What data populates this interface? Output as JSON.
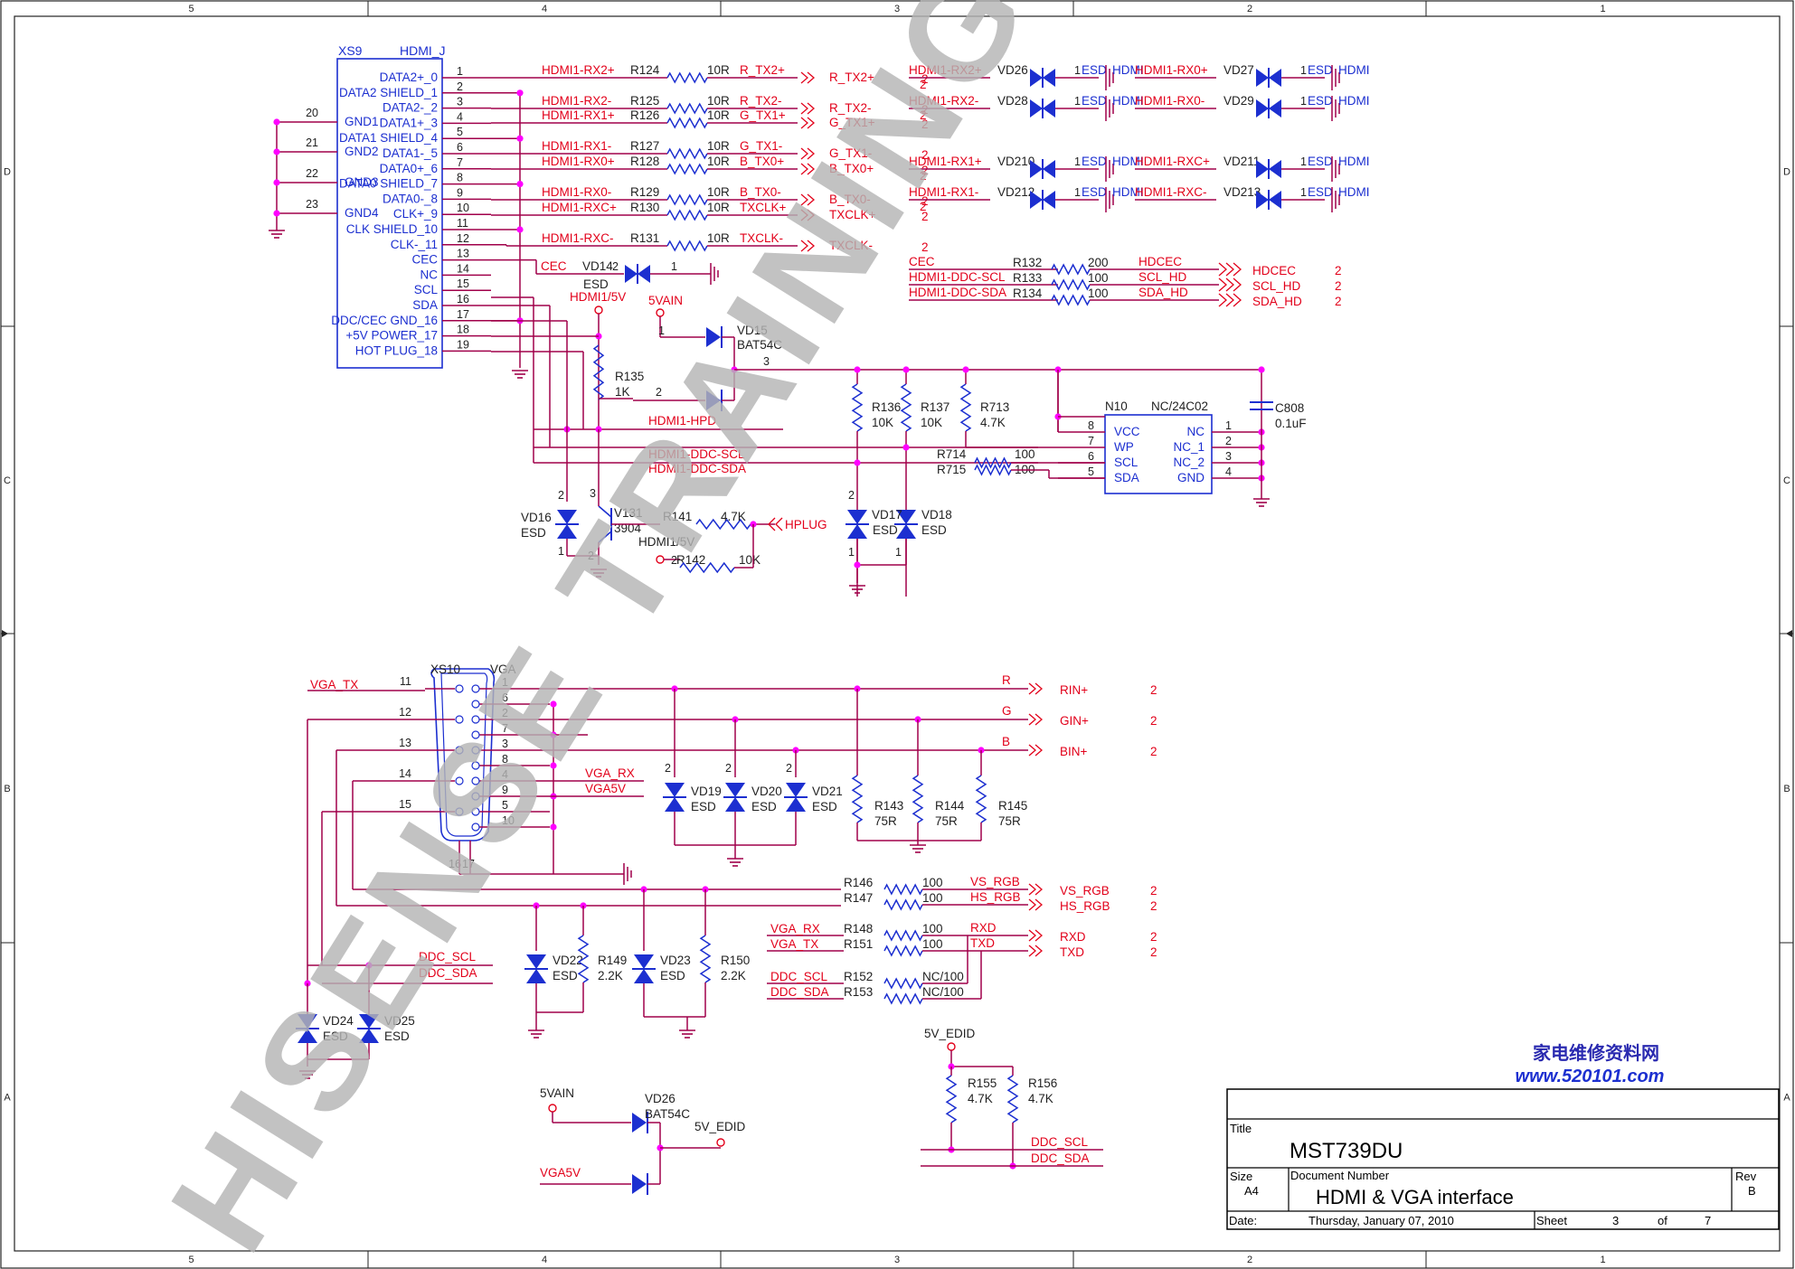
{
  "colors": {
    "wire": "#a0004a",
    "label_red": "#e2001a",
    "blue": "#1c2fd0",
    "pin": "#ff00ff",
    "black": "#222222",
    "watermark": "#bdbdbd"
  },
  "frame": {
    "top_cols": [
      "5",
      "4",
      "3",
      "2",
      "1"
    ],
    "bottom_cols": [
      "5",
      "4",
      "3",
      "2",
      "1"
    ],
    "rows": [
      "D",
      "C",
      "B",
      "A"
    ]
  },
  "hdmi_conn": {
    "ref": "XS9",
    "name": "HDMI_J",
    "pins": [
      "DATA2+_0",
      "DATA2 SHIELD_1",
      "DATA2-_2",
      "DATA1+_3",
      "DATA1 SHIELD_4",
      "DATA1-_5",
      "DATA0+_6",
      "DATA0 SHIELD_7",
      "DATA0-_8",
      "CLK+_9",
      "CLK SHIELD_10",
      "CLK-_11",
      "CEC",
      "NC",
      "SCL",
      "SDA",
      "DDC/CEC GND_16",
      "+5V POWER_17",
      "HOT PLUG_18"
    ],
    "gnd_pins": [
      "GND1",
      "GND2",
      "GND3",
      "GND4"
    ],
    "gnd_nums": [
      "20",
      "21",
      "22",
      "23"
    ],
    "pin_nums": [
      "1",
      "2",
      "3",
      "4",
      "5",
      "6",
      "7",
      "8",
      "9",
      "10",
      "11",
      "12",
      "13",
      "14",
      "15",
      "16",
      "17",
      "18",
      "19"
    ]
  },
  "hdmi_res": [
    {
      "net": "HDMI1-RX2+",
      "ref": "R124",
      "val": "10R",
      "out": "R_TX2+",
      "port": "R_TX2+"
    },
    {
      "net": "HDMI1-RX2-",
      "ref": "R125",
      "val": "10R",
      "out": "R_TX2-",
      "port": "R_TX2-"
    },
    {
      "net": "HDMI1-RX1+",
      "ref": "R126",
      "val": "10R",
      "out": "G_TX1+",
      "port": "G_TX1+"
    },
    {
      "net": "HDMI1-RX1-",
      "ref": "R127",
      "val": "10R",
      "out": "G_TX1-",
      "port": "G_TX1-"
    },
    {
      "net": "HDMI1-RX0+",
      "ref": "R128",
      "val": "10R",
      "out": "B_TX0+",
      "port": "B_TX0+"
    },
    {
      "net": "HDMI1-RX0-",
      "ref": "R129",
      "val": "10R",
      "out": "B_TX0-",
      "port": "B_TX0-"
    },
    {
      "net": "HDMI1-RXC+",
      "ref": "R130",
      "val": "10R",
      "out": "TXCLK+",
      "port": "TXCLK+"
    },
    {
      "net": "HDMI1-RXC-",
      "ref": "R131",
      "val": "10R",
      "out": "TXCLK-",
      "port": "TXCLK-"
    }
  ],
  "sheet_ref": "2",
  "esd_array": [
    {
      "net": "HDMI1-RX2+",
      "ref": "VD26",
      "esd": "ESD",
      "tag": "HDMI"
    },
    {
      "net": "HDMI1-RX0+",
      "ref": "VD27",
      "esd": "ESD",
      "tag": "HDMI"
    },
    {
      "net": "HDMI1-RX2-",
      "ref": "VD28",
      "esd": "ESD",
      "tag": "HDMI"
    },
    {
      "net": "HDMI1-RX0-",
      "ref": "VD29",
      "esd": "ESD",
      "tag": "HDMI"
    },
    {
      "net": "HDMI1-RX1+",
      "ref": "VD210",
      "esd": "ESD",
      "tag": "HDMI"
    },
    {
      "net": "HDMI1-RXC+",
      "ref": "VD211",
      "esd": "ESD",
      "tag": "HDMI"
    },
    {
      "net": "HDMI1-RX1-",
      "ref": "VD212",
      "esd": "ESD",
      "tag": "HDMI"
    },
    {
      "net": "HDMI1-RXC-",
      "ref": "VD213",
      "esd": "ESD",
      "tag": "HDMI"
    }
  ],
  "ddc_block": [
    {
      "net": "CEC",
      "ref": "R132",
      "val": "200",
      "out": "HDCEC",
      "port": "HDCEC"
    },
    {
      "net": "HDMI1-DDC-SCL",
      "ref": "R133",
      "val": "100",
      "out": "SCL_HD",
      "port": "SCL_HD"
    },
    {
      "net": "HDMI1-DDC-SDA",
      "ref": "R134",
      "val": "100",
      "out": "SDA_HD",
      "port": "SDA_HD"
    }
  ],
  "cec_net": {
    "net": "CEC",
    "ref": "VD14",
    "esd": "ESD",
    "p1": "1",
    "p2": "2"
  },
  "hdmi5v": {
    "net": "HDMI1/5V",
    "vain": "5VAIN",
    "d_ref": "VD15",
    "d_val": "BAT54C",
    "r_ref": "R135",
    "r_val": "1K",
    "hpd": "HDMI1-HPD",
    "ddc_scl": "HDMI1-DDC-SCL",
    "ddc_sda": "HDMI1-DDC-SDA",
    "n1": "1",
    "n2": "2",
    "n3": "3"
  },
  "eeprom": {
    "ref": "N10",
    "val": "NC/24C02",
    "left": [
      "VCC",
      "WP",
      "SCL",
      "SDA"
    ],
    "right": [
      "NC",
      "NC_1",
      "NC_2",
      "GND"
    ],
    "lnums": [
      "8",
      "7",
      "6",
      "5"
    ],
    "rnums": [
      "1",
      "2",
      "3",
      "4"
    ],
    "c_ref": "C808",
    "c_val": "0.1uF",
    "r136": "R136",
    "r136v": "10K",
    "r137": "R137",
    "r137v": "10K",
    "r713": "R713",
    "r713v": "4.7K",
    "r714": "R714",
    "r714v": "100",
    "r715": "R715",
    "r715v": "100"
  },
  "hotplug": {
    "vd16": "VD16",
    "esd": "ESD",
    "q": "V131",
    "qv": "3904",
    "r141": "R141",
    "r141v": "4.7K",
    "hplug": "HPLUG",
    "net5v": "HDMI1/5V",
    "r142": "R142",
    "r142v": "10K",
    "vd17": "VD17",
    "vd18": "VD18",
    "n1": "1",
    "n2": "2",
    "n3": "3"
  },
  "vga": {
    "ref": "XS10",
    "name": "VGA",
    "vga_tx": "VGA_TX",
    "left_nums": [
      "11",
      "12",
      "13",
      "14",
      "15"
    ],
    "right_nums": [
      "1",
      "6",
      "2",
      "7",
      "3",
      "8",
      "4",
      "9",
      "5",
      "10"
    ],
    "bottom_nums": [
      "16",
      "17"
    ],
    "vga_rx": "VGA_RX",
    "vga5v": "VGA5V",
    "out_labels": [
      "R",
      "G",
      "B"
    ],
    "out_ports": [
      "RIN+",
      "GIN+",
      "BIN+"
    ],
    "esd_refs": [
      "VD19",
      "VD20",
      "VD21"
    ],
    "esd": "ESD",
    "term": [
      {
        "ref": "R143",
        "val": "75R"
      },
      {
        "ref": "R144",
        "val": "75R"
      },
      {
        "ref": "R145",
        "val": "75R"
      }
    ],
    "sync": [
      {
        "ref": "R146",
        "val": "100",
        "net": "VS_RGB",
        "port": "VS_RGB"
      },
      {
        "ref": "R147",
        "val": "100",
        "net": "HS_RGB",
        "port": "HS_RGB"
      }
    ],
    "uart": [
      {
        "in": "VGA_RX",
        "ref": "R148",
        "val": "100",
        "out": "RXD",
        "port": "RXD"
      },
      {
        "in": "VGA_TX",
        "ref": "R151",
        "val": "100",
        "out": "TXD",
        "port": "TXD"
      }
    ],
    "ddc_nc": [
      {
        "in": "DDC_SCL",
        "ref": "R152",
        "val": "NC/100"
      },
      {
        "in": "DDC_SDA",
        "ref": "R153",
        "val": "NC/100"
      }
    ],
    "ddc_scl": "DDC_SCL",
    "ddc_sda": "DDC_SDA",
    "vd22": "VD22",
    "r149": "R149",
    "r149v": "2.2K",
    "vd23": "VD23",
    "r150": "R150",
    "r150v": "2.2K",
    "vd24": "VD24",
    "vd25": "VD25",
    "edid": "5V_EDID",
    "r155": "R155",
    "r155v": "4.7K",
    "r156": "R156",
    "r156v": "4.7K",
    "vain": "5VAIN",
    "vd26": "VD26",
    "vd26v": "BAT54C"
  },
  "watermark": "HISENSE TRAINING",
  "logo": {
    "cn": "家电维修资料网",
    "url": "www.520101.com"
  },
  "title_block": {
    "title_label": "Title",
    "title": "MST739DU",
    "size_label": "Size",
    "size": "A4",
    "docnum_label": "Document Number",
    "doc": "HDMI & VGA interface",
    "rev_label": "Rev",
    "rev": "B",
    "date_label": "Date:",
    "date": "Thursday, January 07, 2010",
    "sheet_label": "Sheet",
    "sheet": "3",
    "of": "of",
    "total": "7"
  }
}
